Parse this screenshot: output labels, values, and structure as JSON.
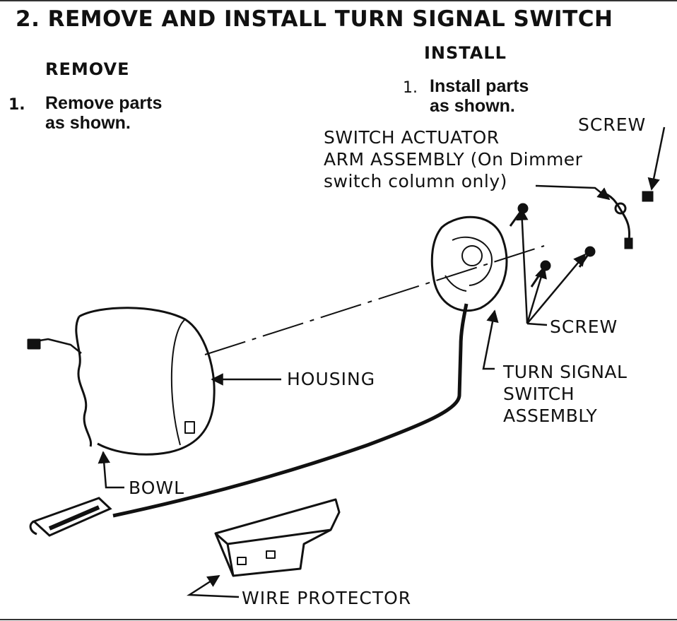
{
  "title": "2. REMOVE AND INSTALL TURN SIGNAL SWITCH",
  "remove": {
    "heading": "REMOVE",
    "step_number": "1.",
    "step_line1": "Remove parts",
    "step_line2": "as shown."
  },
  "install": {
    "heading": "INSTALL",
    "step_number": "1.",
    "step_line1": "Install parts",
    "step_line2": "as shown."
  },
  "labels": {
    "actuator_line1": "SWITCH ACTUATOR",
    "actuator_line2": "ARM ASSEMBLY (On Dimmer",
    "actuator_line3": "switch column only)",
    "screw_top": "SCREW",
    "screw_middle": "SCREW",
    "housing": "HOUSING",
    "turn_signal_line1": "TURN SIGNAL",
    "turn_signal_line2": "SWITCH",
    "turn_signal_line3": "ASSEMBLY",
    "bowl": "BOWL",
    "wire_protector": "WIRE PROTECTOR"
  }
}
